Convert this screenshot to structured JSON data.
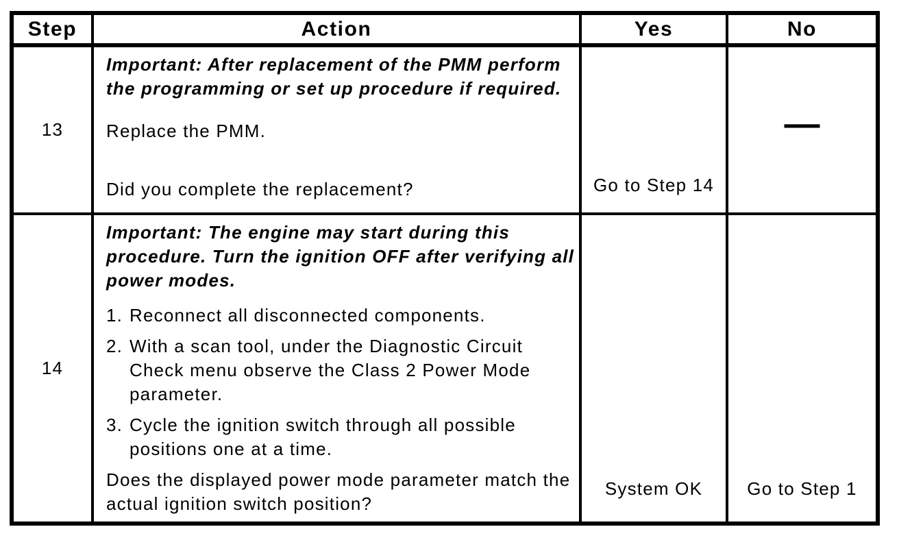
{
  "page": {
    "background_color": "#ffffff",
    "text_color": "#000000"
  },
  "table": {
    "headers": [
      {
        "key": "step",
        "label": "Step"
      },
      {
        "key": "action",
        "label": "Action"
      },
      {
        "key": "yes",
        "label": "Yes"
      },
      {
        "key": "no",
        "label": "No"
      }
    ],
    "rows": [
      {
        "step": "13",
        "important": "Important: After replacement of the PMM perform the programming or set up procedure if required.",
        "action": "Replace the PMM.",
        "question": "Did you complete the replacement?",
        "yes": "Go to Step 14",
        "no": "—"
      },
      {
        "step": "14",
        "important": "Important: The engine may start during this procedure. Turn the ignition OFF after verifying all power modes.",
        "numbered_steps": [
          {
            "num": "1.",
            "text": "Reconnect all disconnected components."
          },
          {
            "num": "2.",
            "text": "With a scan tool, under the Diagnostic Circuit Check menu observe the Class 2 Power Mode parameter."
          },
          {
            "num": "3.",
            "text": "Cycle the ignition switch through all possible positions one at a time."
          }
        ],
        "question": "Does the displayed power mode parameter match the actual ignition switch position?",
        "yes": "System OK",
        "no": "Go to Step 1"
      }
    ]
  }
}
